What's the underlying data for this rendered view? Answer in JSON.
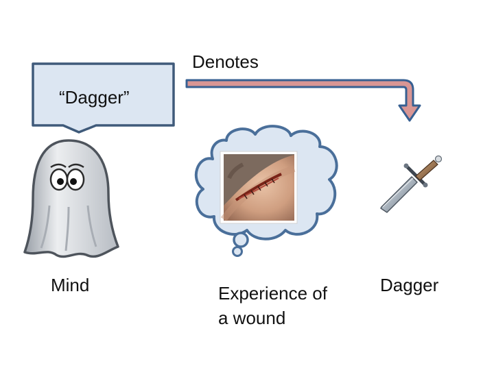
{
  "relation": {
    "label": "Denotes"
  },
  "speech_bubble": {
    "text": "“Dagger”"
  },
  "mind": {
    "label": "Mind"
  },
  "experience": {
    "label": "Experience of\na wound"
  },
  "object": {
    "label": "Dagger"
  },
  "colors": {
    "bubble_fill": "#dce6f2",
    "bubble_stroke": "#3f5a7a",
    "arrow_fill": "#d99694",
    "arrow_stroke": "#376092",
    "thought_fill": "#dce6f2",
    "thought_stroke": "#4a6f9a"
  },
  "icons": {
    "mind": "ghost-icon",
    "experience": "wound-photo",
    "object": "dagger-icon"
  }
}
